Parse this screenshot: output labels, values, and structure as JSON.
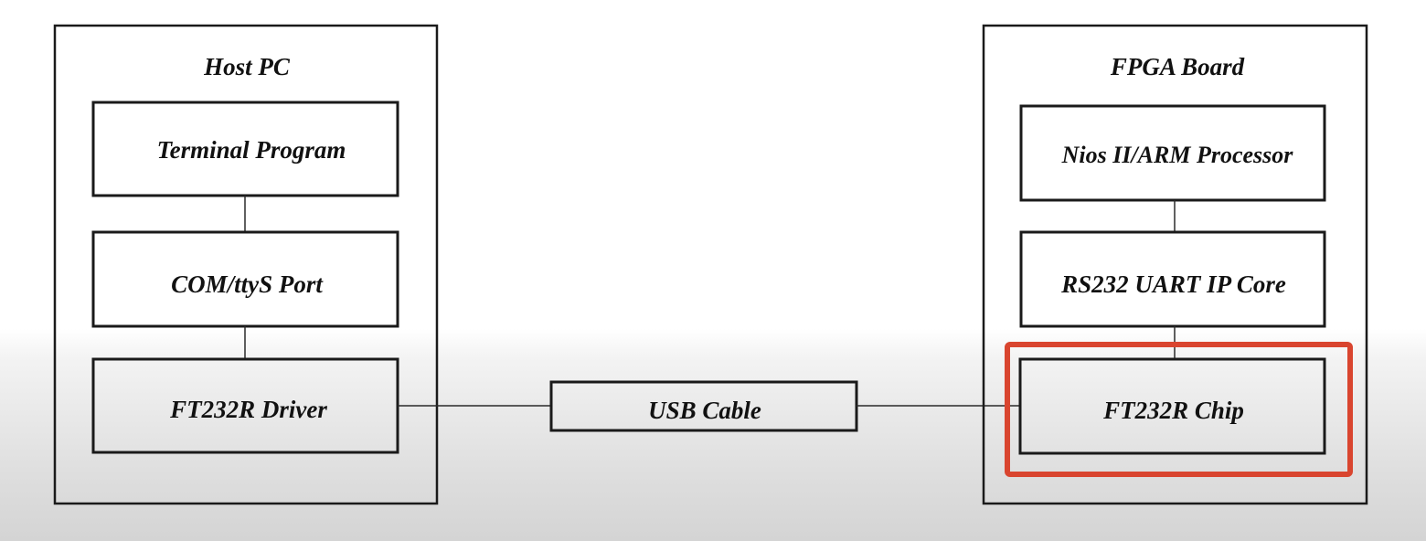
{
  "host_pc": {
    "title": "Host PC",
    "terminal_program": "Terminal Program",
    "com_port": "COM/ttyS Port",
    "ft232r_driver": "FT232R Driver"
  },
  "usb_cable": "USB Cable",
  "fpga_board": {
    "title": "FPGA Board",
    "processor": "Nios II/ARM Processor",
    "uart_core": "RS232 UART IP Core",
    "ft232r_chip": "FT232R Chip"
  },
  "highlight": {
    "color": "#d9452f"
  }
}
